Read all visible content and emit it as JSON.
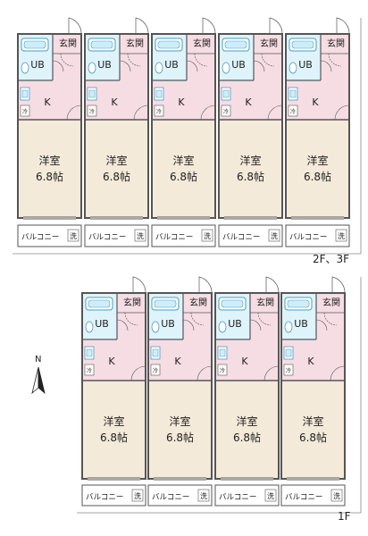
{
  "labels": {
    "genkan": "玄関",
    "ub": "UB",
    "kitchen": "K",
    "room_name": "洋室",
    "room_size": "6.8帖",
    "balcony": "バルコニー",
    "laundry": "洗",
    "vent": "冷",
    "floor_upper": "2F、3F",
    "floor_lower": "1F",
    "north": "N"
  },
  "colors": {
    "wall": "#555555",
    "bath_area": "#dff3fb",
    "kitchen_area": "#f6dde4",
    "room_area": "#f4ead9",
    "balcony_area": "#ffffff"
  },
  "units": [
    {
      "floor": "2F、3F",
      "index": 1
    },
    {
      "floor": "2F、3F",
      "index": 2
    },
    {
      "floor": "2F、3F",
      "index": 3
    },
    {
      "floor": "2F、3F",
      "index": 4
    },
    {
      "floor": "2F、3F",
      "index": 5
    },
    {
      "floor": "1F",
      "index": 1
    },
    {
      "floor": "1F",
      "index": 2
    },
    {
      "floor": "1F",
      "index": 3
    },
    {
      "floor": "1F",
      "index": 4
    }
  ]
}
